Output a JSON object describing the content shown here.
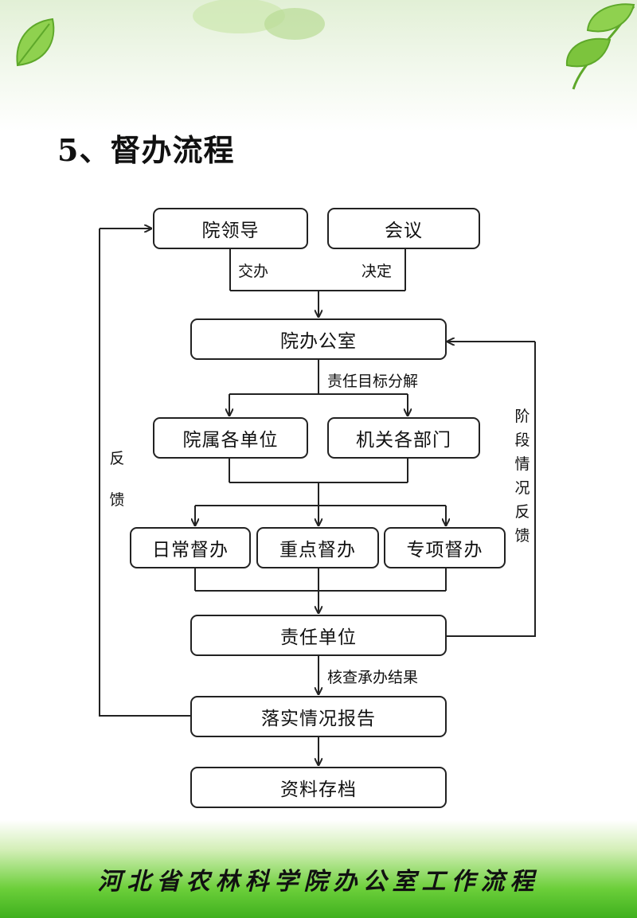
{
  "title": "5、督办流程",
  "nodes": {
    "leadership": "院领导",
    "meeting": "会议",
    "office": "院办公室",
    "affiliated_units": "院属各单位",
    "dept_organs": "机关各部门",
    "routine": "日常督办",
    "key": "重点督办",
    "special": "专项督办",
    "responsible_unit": "责任单位",
    "report": "落实情况报告",
    "archive": "资料存档"
  },
  "edge_labels": {
    "assign": "交办",
    "decide": "决定",
    "decompose": "责任目标分解",
    "verify": "核查承办结果",
    "feedback": "反馈",
    "stage_feedback": "阶段情况反馈"
  },
  "footer": "河北省农林科学院办公室工作流程",
  "colors": {
    "leaf_green": "#8fd14f",
    "footer_green": "#3fb01e",
    "line": "#222222"
  }
}
